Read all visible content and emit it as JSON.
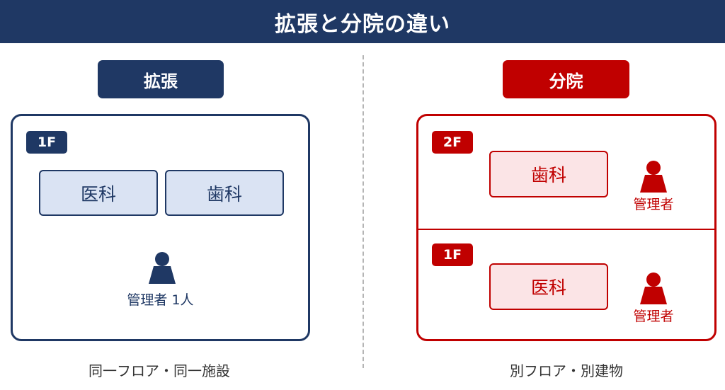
{
  "title": "拡張と分院の違い",
  "left": {
    "heading": "拡張",
    "floor": "1F",
    "rooms": [
      "医科",
      "歯科"
    ],
    "manager": "管理者 1人",
    "caption": "同一フロア・同一施設"
  },
  "right": {
    "heading": "分院",
    "floors": [
      {
        "label": "2F",
        "room": "歯科",
        "manager": "管理者"
      },
      {
        "label": "1F",
        "room": "医科",
        "manager": "管理者"
      }
    ],
    "caption": "別フロア・別建物"
  },
  "colors": {
    "navy": "#1f3864",
    "red": "#c00000",
    "light_blue": "#dae3f3",
    "light_pink": "#fbe4e6"
  },
  "icons": [
    "person-icon"
  ]
}
